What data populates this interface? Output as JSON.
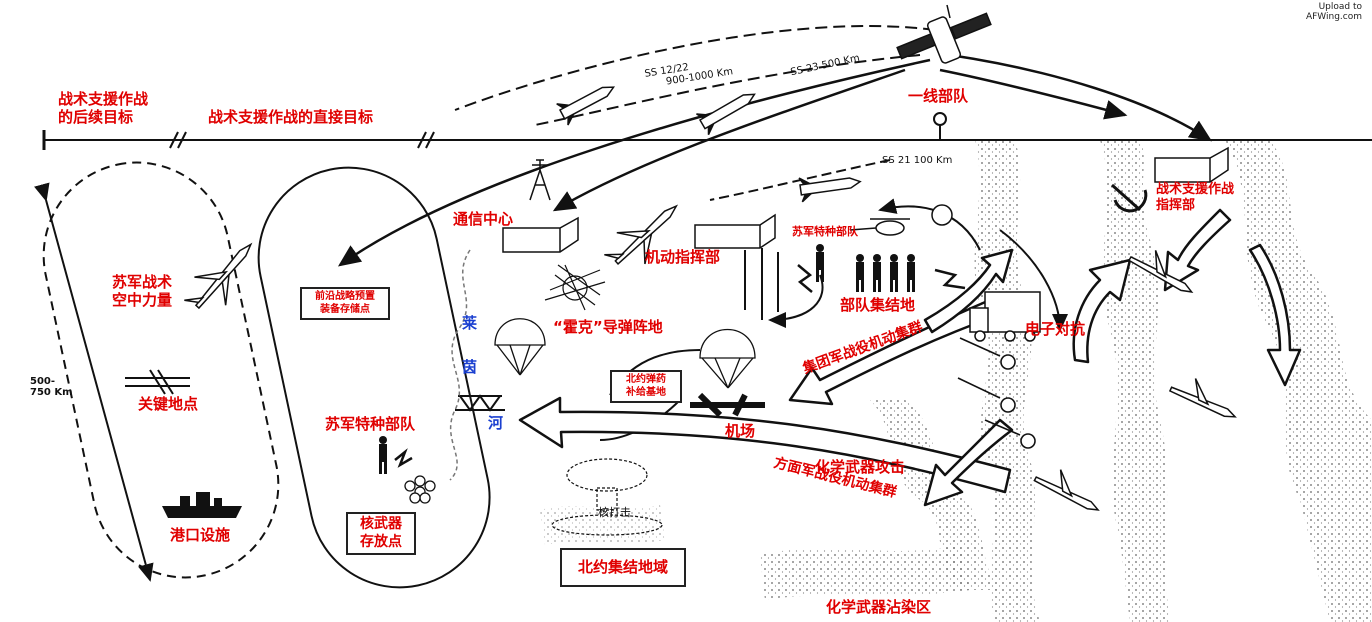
{
  "watermark": [
    "Upload to",
    "AFWing.com"
  ],
  "headers": {
    "followon": [
      "战术支援作战",
      "的后续目标"
    ],
    "direct": "战术支援作战的直接目标"
  },
  "missiles": {
    "ss12": [
      "SS 12/22",
      "900-1000 Km"
    ],
    "ss23": "SS 23 500 Km",
    "ss21": "SS 21 100 Km"
  },
  "range": [
    "500-",
    "750 Km"
  ],
  "labels": {
    "front_units": "一线部队",
    "tac_hq": [
      "战术支援作战",
      "指挥部"
    ],
    "comm_center": "通信中心",
    "mobile_hq": "机动指挥部",
    "spetsnaz_top": "苏军特种部队",
    "troop_assembly": "部队集结地",
    "ew": "电子对抗",
    "hawk": "“霍克”导弹阵地",
    "army_group": "集团军战役机动集群",
    "front_group": "方面军战役机动集群",
    "chem_attack": "化学武器攻击",
    "chem_zone": "化学武器沾染区",
    "airfield": "机场",
    "air_power": [
      "苏军战术",
      "空中力量"
    ],
    "key_point": "关键地点",
    "port": "港口设施",
    "spetsnaz_left": "苏军特种部队",
    "nuclear_strike": "核打击"
  },
  "rhine": [
    "莱",
    "茵",
    "河"
  ],
  "boxes": {
    "storage": [
      "前沿战略预置",
      "装备存储点"
    ],
    "nato_ammo": [
      "北约弹药",
      "补给基地"
    ],
    "nuke_storage": [
      "核武器",
      "存放点"
    ],
    "nato_assembly": "北约集结地域"
  }
}
